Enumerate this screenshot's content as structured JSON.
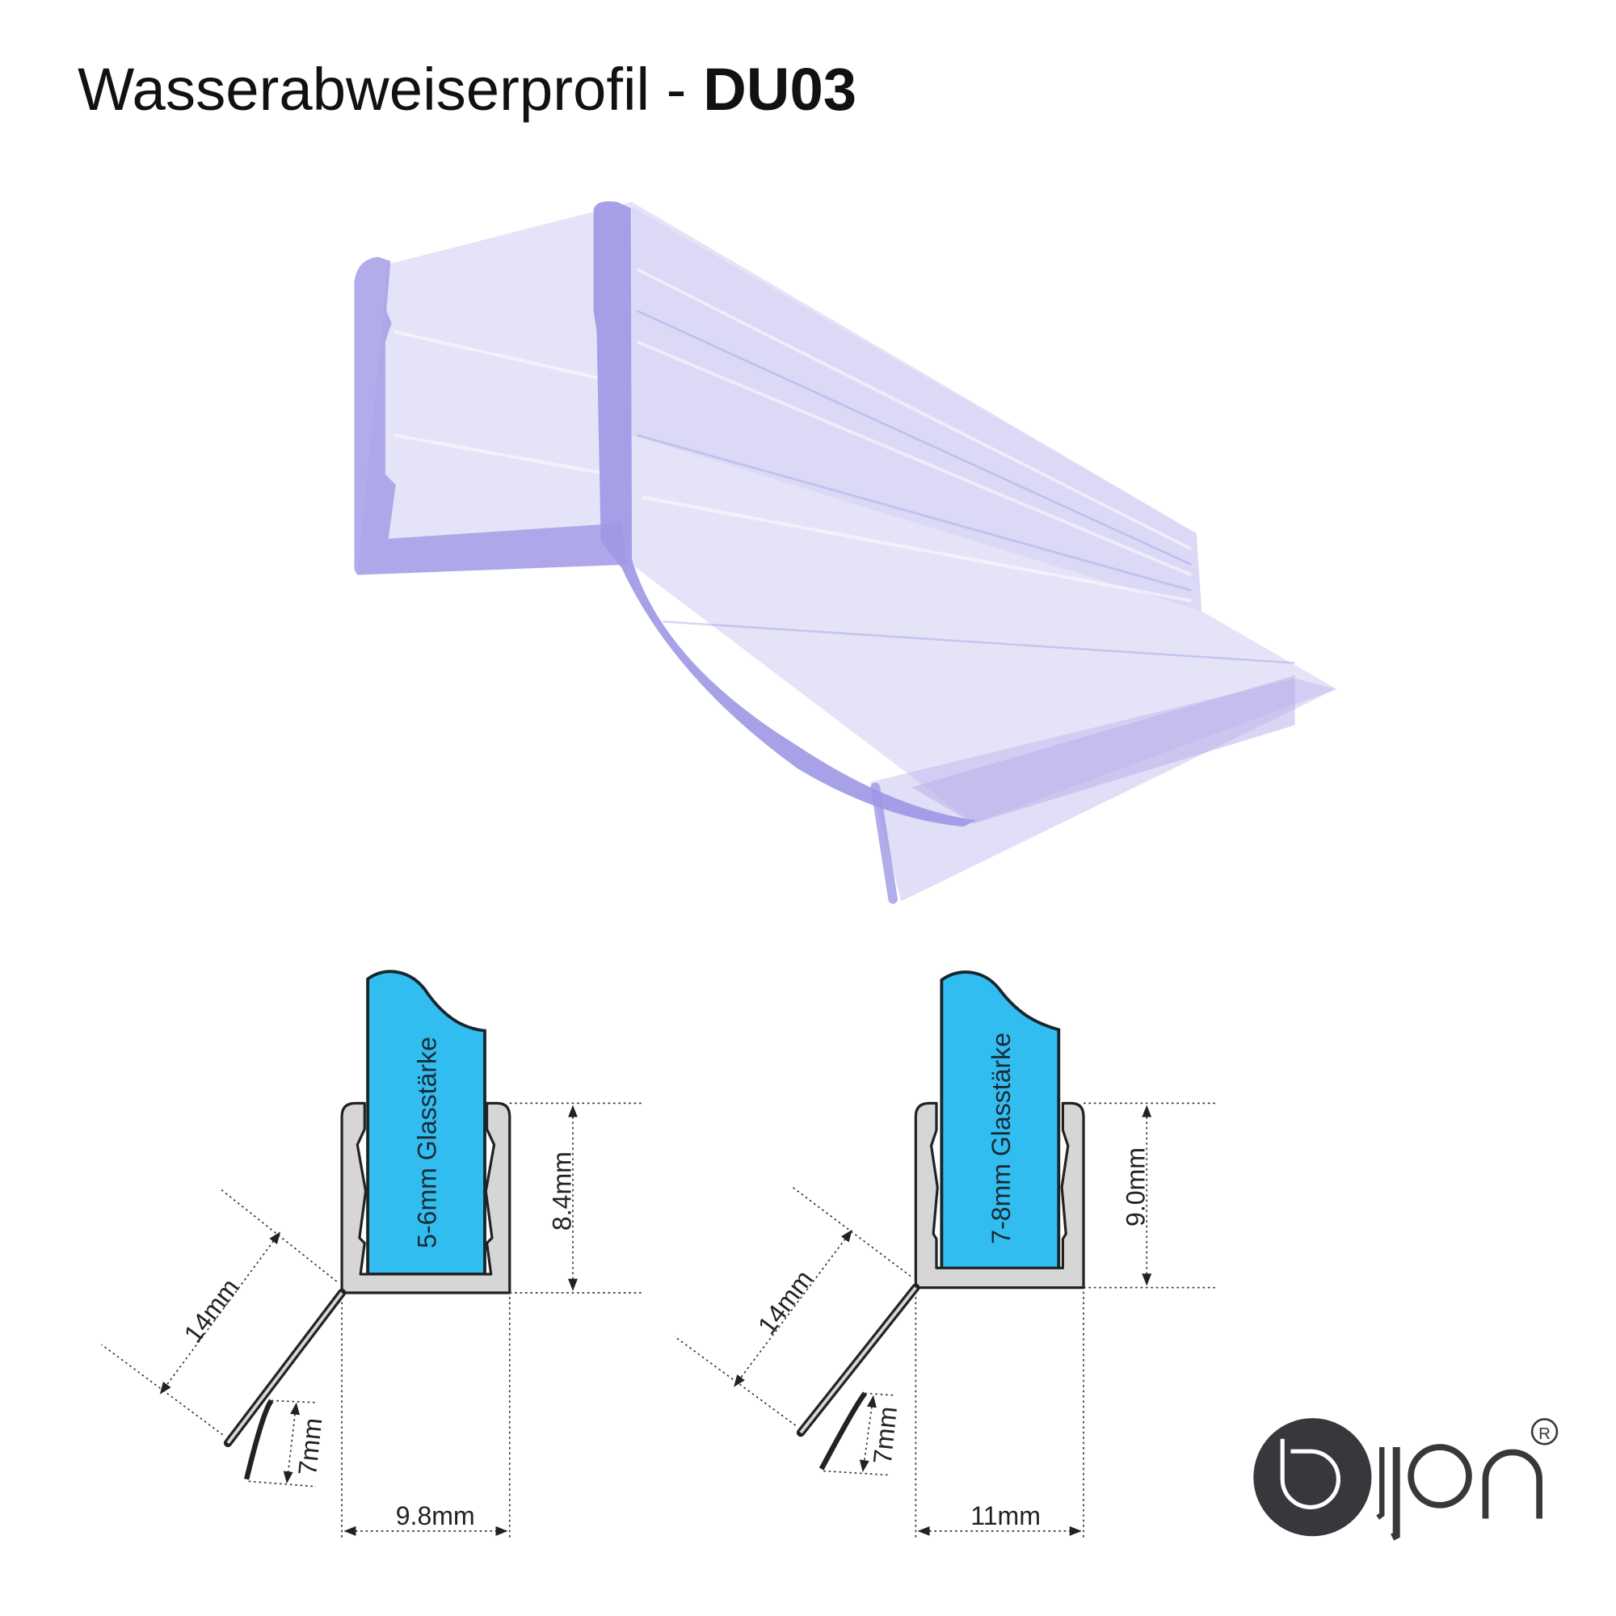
{
  "title": {
    "text": "Wasserabweiserprofil - ",
    "model": "DU03"
  },
  "colors": {
    "glass": "#32bdf0",
    "profile": "#a49ee8",
    "channel": "#d6d6d6",
    "logo": "#38373b"
  },
  "diagrams": [
    {
      "glass_label": "5-6mm Glasstärke",
      "height": "8.4mm",
      "width": "9.8mm",
      "flap": "14mm",
      "lip": "7mm"
    },
    {
      "glass_label": "7-8mm Glasstärke",
      "height": "9.0mm",
      "width": "11mm",
      "flap": "14mm",
      "lip": "7mm"
    }
  ],
  "logo": {
    "brand": "bijon",
    "registered": "®"
  }
}
